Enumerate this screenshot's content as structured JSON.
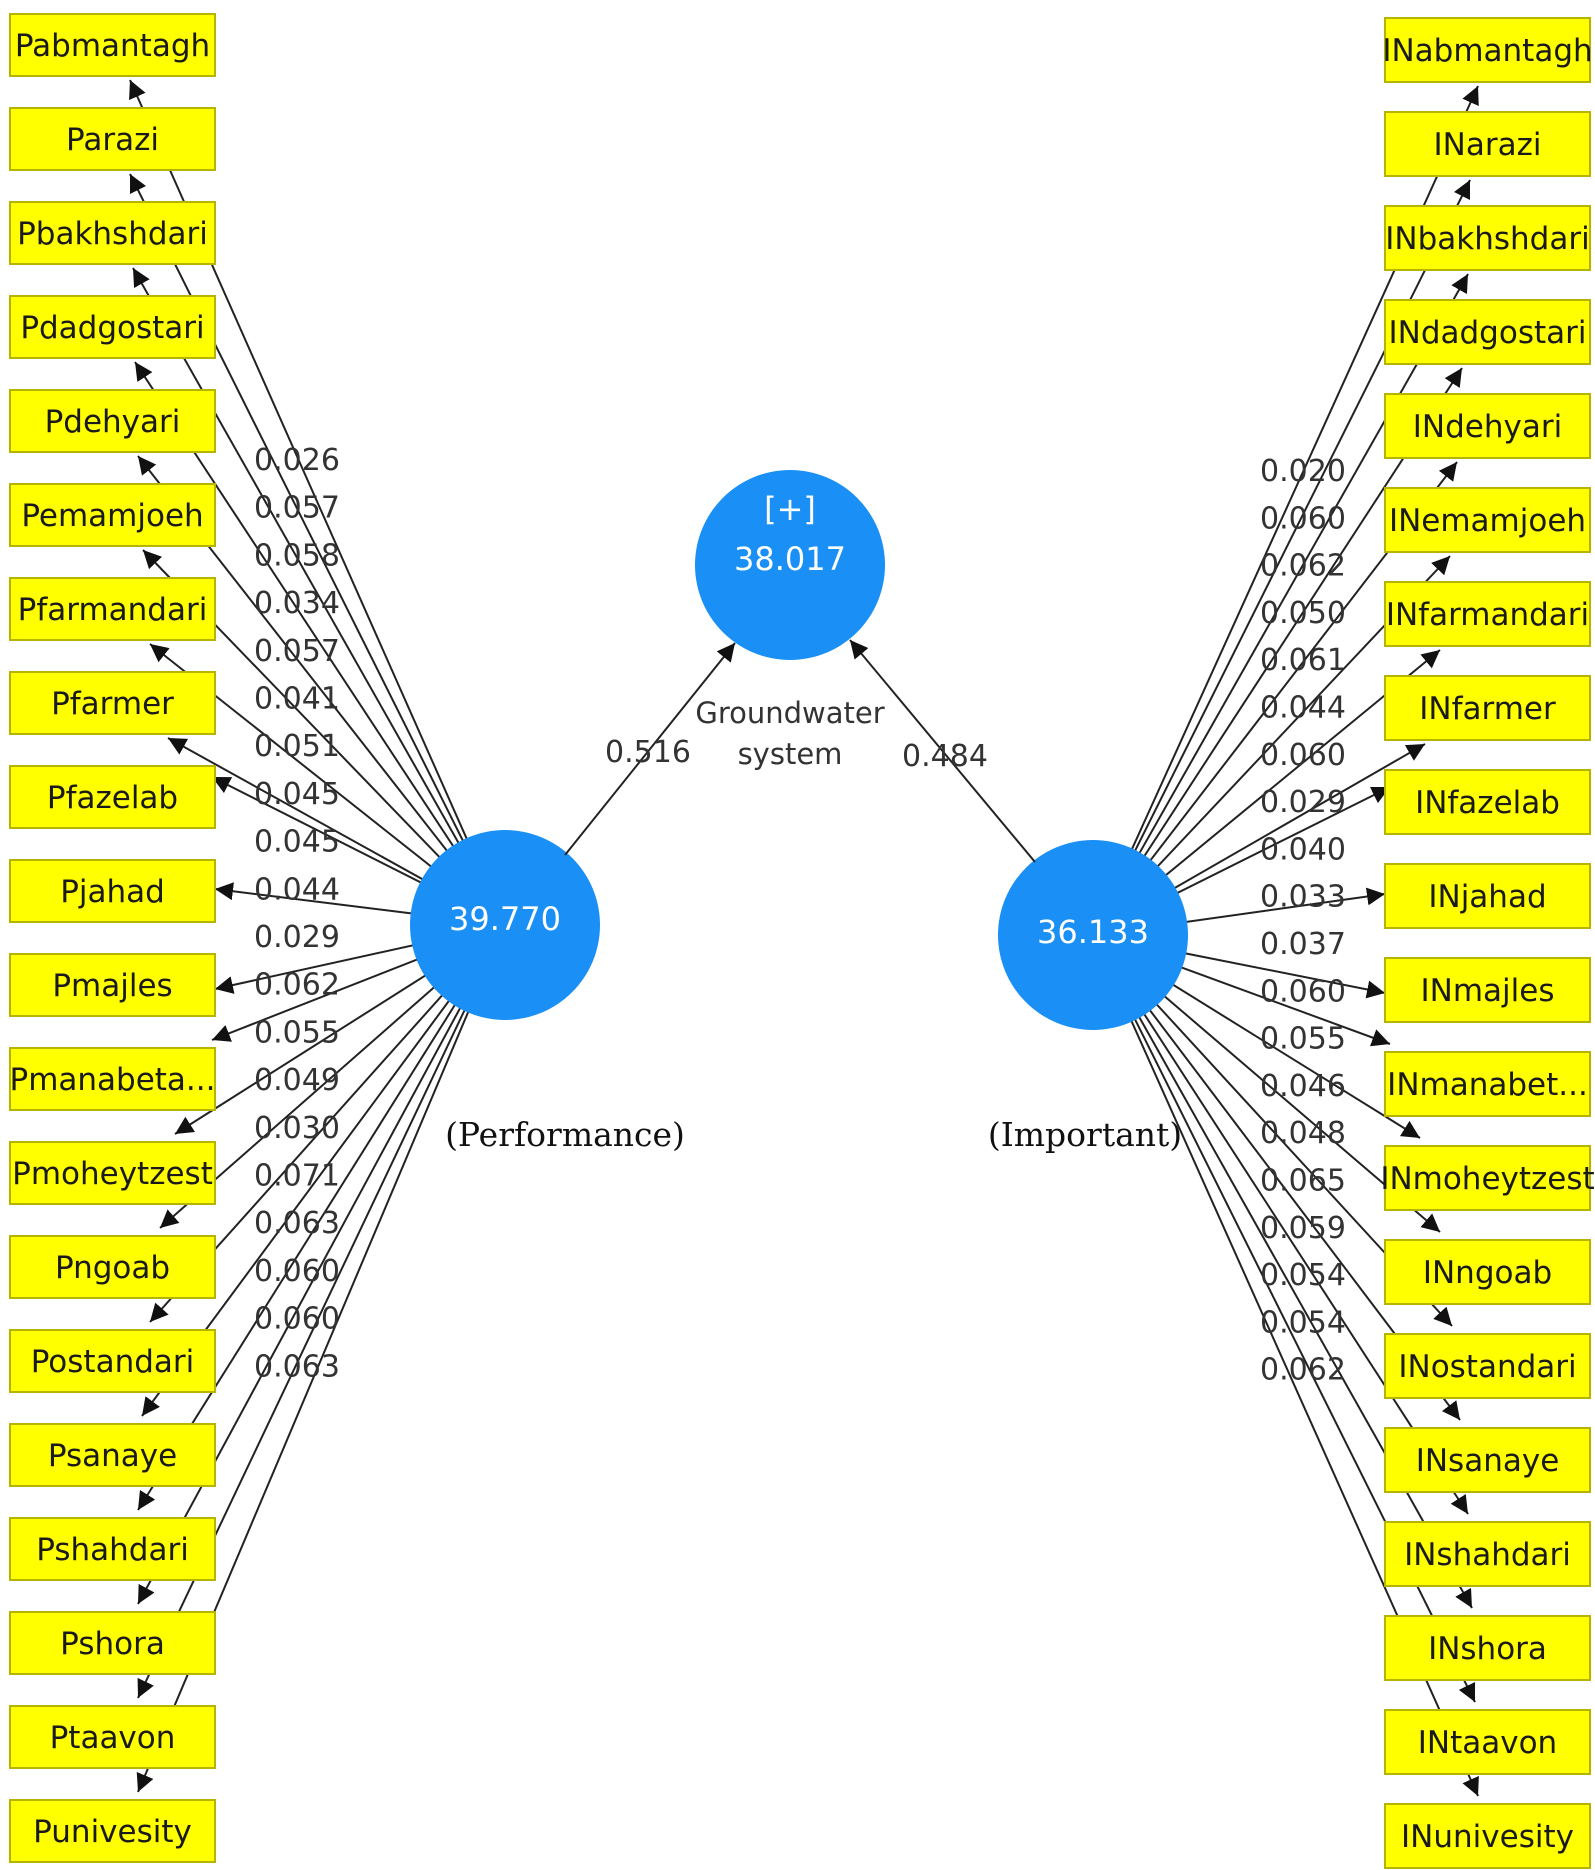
{
  "diagram": {
    "center_node": {
      "expand_label": "[+]",
      "value": "38.017",
      "name_lines": [
        "Groundwater",
        "system"
      ]
    },
    "performance_node": {
      "value": "39.770",
      "caption": "(Performance)",
      "path_coefficient": "0.516"
    },
    "important_node": {
      "value": "36.133",
      "caption": "(Important)",
      "path_coefficient": "0.484"
    },
    "performance_indicators": [
      {
        "label": "Pabmantagh",
        "weight": "0.026"
      },
      {
        "label": "Parazi",
        "weight": "0.057"
      },
      {
        "label": "Pbakhshdari",
        "weight": "0.058"
      },
      {
        "label": "Pdadgostari",
        "weight": "0.034"
      },
      {
        "label": "Pdehyari",
        "weight": "0.057"
      },
      {
        "label": "Pemamjoeh",
        "weight": "0.041"
      },
      {
        "label": "Pfarmandari",
        "weight": "0.051"
      },
      {
        "label": "Pfarmer",
        "weight": "0.045"
      },
      {
        "label": "Pfazelab",
        "weight": "0.045"
      },
      {
        "label": "Pjahad",
        "weight": "0.044"
      },
      {
        "label": "Pmajles",
        "weight": "0.029"
      },
      {
        "label": "Pmanabeta...",
        "weight": "0.062"
      },
      {
        "label": "Pmoheytzest",
        "weight": "0.055"
      },
      {
        "label": "Pngoab",
        "weight": "0.049"
      },
      {
        "label": "Postandari",
        "weight": "0.030"
      },
      {
        "label": "Psanaye",
        "weight": "0.071"
      },
      {
        "label": "Pshahdari",
        "weight": "0.063"
      },
      {
        "label": "Pshora",
        "weight": "0.060"
      },
      {
        "label": "Ptaavon",
        "weight": "0.060"
      },
      {
        "label": "Punivesity",
        "weight": "0.063"
      }
    ],
    "important_indicators": [
      {
        "label": "INabmantagh",
        "weight": "0.020"
      },
      {
        "label": "INarazi",
        "weight": "0.060"
      },
      {
        "label": "INbakhshdari",
        "weight": "0.062"
      },
      {
        "label": "INdadgostari",
        "weight": "0.050"
      },
      {
        "label": "INdehyari",
        "weight": "0.061"
      },
      {
        "label": "INemamjoeh",
        "weight": "0.044"
      },
      {
        "label": "INfarmandari",
        "weight": "0.060"
      },
      {
        "label": "INfarmer",
        "weight": "0.029"
      },
      {
        "label": "INfazelab",
        "weight": "0.040"
      },
      {
        "label": "INjahad",
        "weight": "0.033"
      },
      {
        "label": "INmajles",
        "weight": "0.037"
      },
      {
        "label": "INmanabet...",
        "weight": "0.060"
      },
      {
        "label": "INmoheytzest",
        "weight": "0.055"
      },
      {
        "label": "INngoab",
        "weight": "0.046"
      },
      {
        "label": "INostandari",
        "weight": "0.048"
      },
      {
        "label": "INsanaye",
        "weight": "0.065"
      },
      {
        "label": "INshahdari",
        "weight": "0.059"
      },
      {
        "label": "INshora",
        "weight": "0.054"
      },
      {
        "label": "INtaavon",
        "weight": "0.054"
      },
      {
        "label": "INunivesity",
        "weight": "0.062"
      }
    ]
  }
}
